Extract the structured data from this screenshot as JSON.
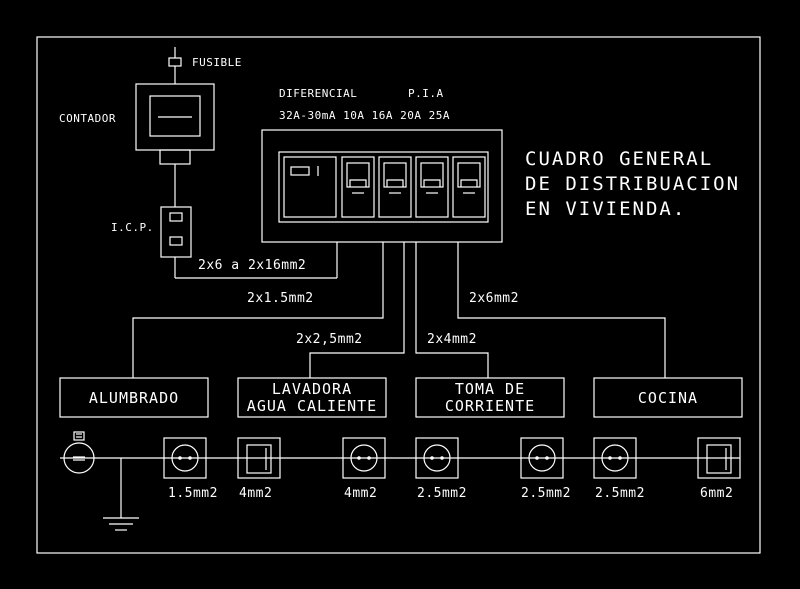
{
  "title_lines": [
    "CUADRO GENERAL",
    "DE DISTRIBUACION",
    "EN VIVIENDA."
  ],
  "labels": {
    "fusible": "FUSIBLE",
    "contador": "CONTADOR",
    "icp": "I.C.P.",
    "diferencial": "DIFERENCIAL",
    "pia": "P.I.A",
    "ratings": "32A-30mA  10A  16A  20A  25A"
  },
  "cables": {
    "feed": "2x6  a  2x16mm2",
    "c1": "2x1.5mm2",
    "c2": "2x2,5mm2",
    "c3": "2x4mm2",
    "c4": "2x6mm2"
  },
  "circuits": [
    {
      "lines": [
        "ALUMBRADO"
      ]
    },
    {
      "lines": [
        "LAVADORA",
        "AGUA CALIENTE"
      ]
    },
    {
      "lines": [
        "TOMA DE",
        "CORRIENTE"
      ]
    },
    {
      "lines": [
        "COCINA"
      ]
    }
  ],
  "outlet_sizes": [
    "1.5mm2",
    "4mm2",
    "4mm2",
    "2.5mm2",
    "2.5mm2",
    "2.5mm2",
    "6mm2"
  ],
  "colors": {
    "background": "#000000",
    "line": "#ffffff"
  }
}
